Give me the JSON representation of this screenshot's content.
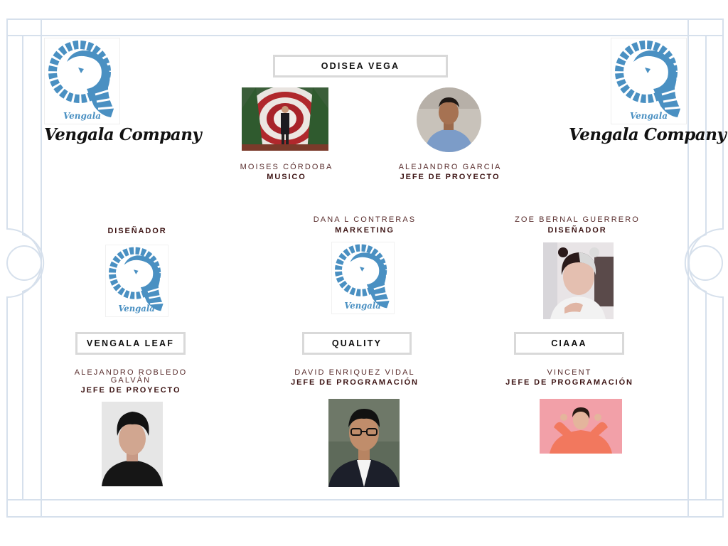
{
  "brand": {
    "company_left": "Vengala Company",
    "company_right": "Vengala Company",
    "logo_word": "Vengala",
    "logo_color": "#4a90c2"
  },
  "top": {
    "banner": "ODISEA VEGA",
    "members": [
      {
        "name": "MOISES CÓRDOBA",
        "role": "MUSICO"
      },
      {
        "name": "ALEJANDRO GARCIA",
        "role": "JEFE DE PROYECTO"
      }
    ]
  },
  "middle": {
    "members": [
      {
        "name": "",
        "role": "DISEÑADOR"
      },
      {
        "name": "DANA L CONTRERAS",
        "role": "MARKETING"
      },
      {
        "name": "ZOE BERNAL GUERRERO",
        "role": "DISEÑADOR"
      }
    ]
  },
  "teams": [
    {
      "banner": "VENGALA LEAF",
      "name_line1": "ALEJANDRO ROBLEDO",
      "name_line2": "GALVÁN",
      "role": "JEFE DE PROYECTO"
    },
    {
      "banner": "QUALITY",
      "name_line1": "DAVID ENRIQUEZ VIDAL",
      "role": "JEFE DE PROGRAMACIÓN"
    },
    {
      "banner": "CIAAA",
      "name_line1": "VINCENT",
      "role": "JEFE DE PROGRAMACIÓN"
    }
  ],
  "colors": {
    "frame": "#d6e0ec",
    "name_text": "#5a2e2e",
    "role_text": "#3d1414",
    "banner_border": "#d9d9d9"
  }
}
